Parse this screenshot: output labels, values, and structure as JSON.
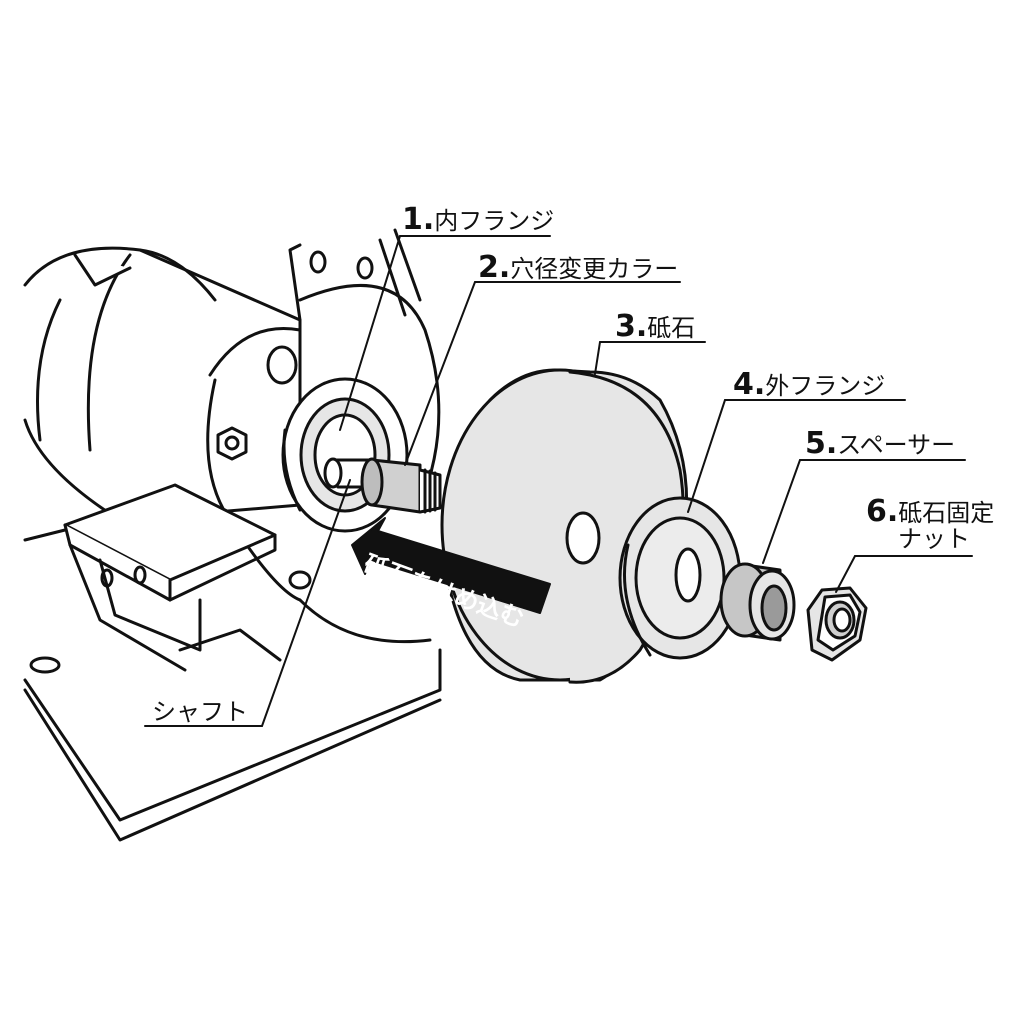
{
  "labels": {
    "item1": {
      "num": "1.",
      "text": "内フランジ"
    },
    "item2": {
      "num": "2.",
      "text": "穴径変更カラー"
    },
    "item3": {
      "num": "3.",
      "text": "砥石"
    },
    "item4": {
      "num": "4.",
      "text": "外フランジ"
    },
    "item5": {
      "num": "5.",
      "text": "スペーサー"
    },
    "item6": {
      "num": "6.",
      "text_line1": "砥石固定",
      "text_line2": "ナット"
    },
    "shaft": "シャフト",
    "arrow_instruction": "砥石をはめ込む"
  },
  "colors": {
    "outline": "#111111",
    "fill_light": "#e6e6e6",
    "fill_mid": "#d0d0d0",
    "fill_dark": "#9a9a9a",
    "arrow_fill": "#111111",
    "background": "#ffffff"
  },
  "icons": {
    "assembly": "bench-grinder-exploded-view"
  }
}
